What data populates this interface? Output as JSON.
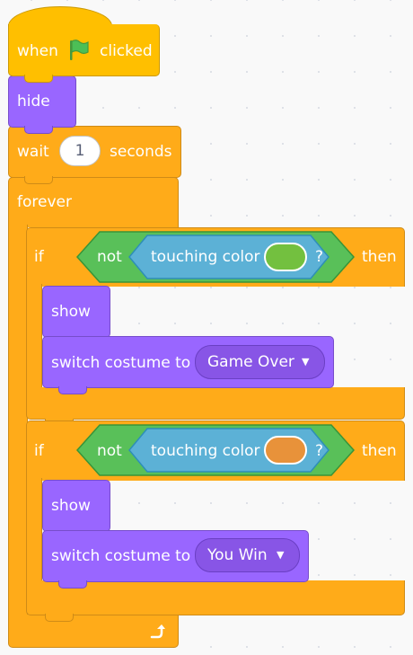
{
  "script": {
    "hat": {
      "when": "when",
      "flag_icon": "green-flag-icon",
      "clicked": "clicked"
    },
    "hide": {
      "label": "hide"
    },
    "wait": {
      "label": "wait",
      "value": "1",
      "unit": "seconds"
    },
    "forever": {
      "label": "forever",
      "loop_icon": "loop-arrow-icon"
    },
    "if_blocks": [
      {
        "if_label": "if",
        "not_label": "not",
        "sensing_label": "touching color",
        "question": "?",
        "then_label": "then",
        "color": "#73c03f",
        "show_label": "show",
        "switch_label": "switch costume to",
        "costume": "Game Over"
      },
      {
        "if_label": "if",
        "not_label": "not",
        "sensing_label": "touching color",
        "question": "?",
        "then_label": "then",
        "color": "#e8923a",
        "show_label": "show",
        "switch_label": "switch costume to",
        "costume": "You Win"
      }
    ]
  },
  "colors": {
    "events": "#ffbf00",
    "looks": "#9966ff",
    "control": "#ffab19",
    "operators": "#59c059",
    "sensing": "#5cb1d6",
    "workspace": "#f9f9f9"
  }
}
